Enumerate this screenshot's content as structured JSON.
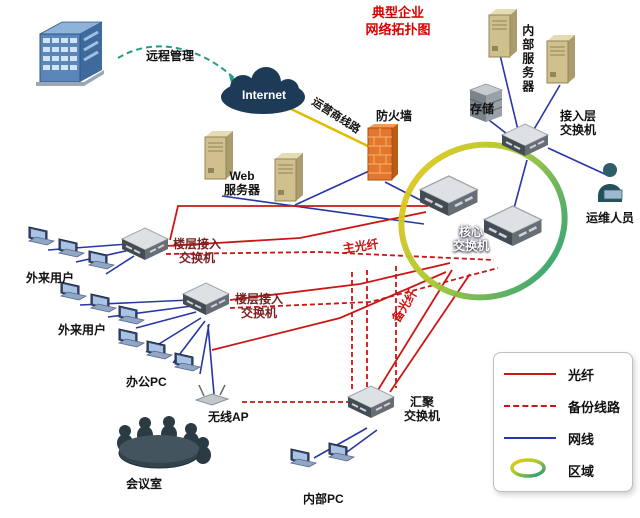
{
  "title": {
    "line1": "典型企业",
    "line2": "网络拓扑图"
  },
  "nodes": {
    "remote_mgmt": "远程管理",
    "internet": "Internet",
    "carrier_line": "运营商线路",
    "firewall": "防火墙",
    "web_server": "Web\n服务器",
    "internal_server": "内部服务器",
    "storage": "存储",
    "access_switch": "接入层\n交换机",
    "ops_staff": "运维人员",
    "core_switch": "核心\n交换机",
    "floor_switch": "楼层接入\n交换机",
    "external_user": "外来用户",
    "office_pc": "办公PC",
    "wireless_ap": "无线AP",
    "meeting_room": "会议室",
    "agg_switch": "汇聚\n交换机",
    "internal_pc": "内部PC",
    "main_fiber": "主光纤",
    "backup_fiber": "备光纤"
  },
  "legend": {
    "fiber": "光纤",
    "backup": "备份线路",
    "cable": "网线",
    "zone": "区域"
  },
  "colors": {
    "fiber": "#cc1616",
    "backup_line": "#cc1616",
    "network_cable": "#2736a8",
    "carrier_line": "#e2bb00",
    "remote_arrow": "#1f9e83",
    "title_red": "#d80000",
    "ring_start": "#f2c614",
    "ring_end": "#15997c"
  }
}
